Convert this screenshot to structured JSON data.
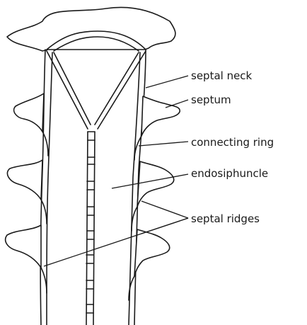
{
  "labels": {
    "septal_neck": "septal neck",
    "septum": "septum",
    "connecting_ring": "connecting ring",
    "endosiphuncle": "endosiphuncle",
    "septal_ridges": "septal ridges"
  }
}
